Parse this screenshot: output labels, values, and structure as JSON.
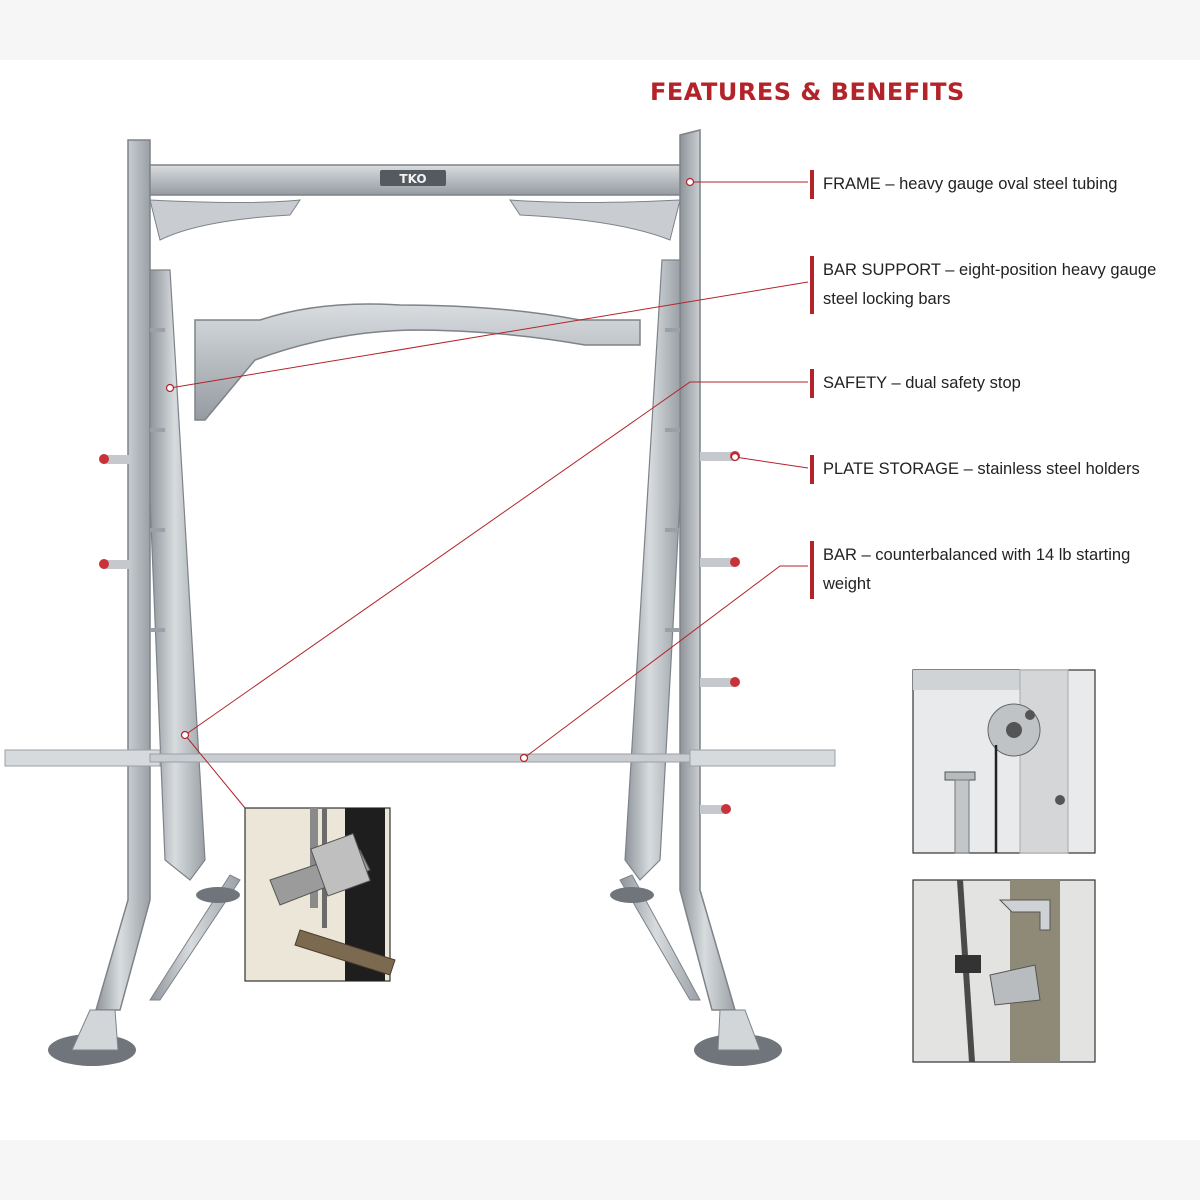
{
  "heading": "FEATURES & BENEFITS",
  "logo_text": "TKO",
  "accent_color": "#b3232a",
  "features": [
    {
      "label": "FRAME",
      "dash": " – ",
      "desc": "heavy gauge oval steel tubing",
      "desc2": ""
    },
    {
      "label": "BAR SUPPORT",
      "dash": " – ",
      "desc": "eight-position heavy gauge",
      "desc2": "steel locking bars"
    },
    {
      "label": "SAFETY",
      "dash": " – ",
      "desc": "dual safety stop",
      "desc2": ""
    },
    {
      "label": "PLATE STORAGE",
      "dash": " – ",
      "desc": "stainless steel holders",
      "desc2": ""
    },
    {
      "label": "BAR",
      "dash": " – ",
      "desc": "counterbalanced with 14 lb starting",
      "desc2": "weight"
    }
  ]
}
